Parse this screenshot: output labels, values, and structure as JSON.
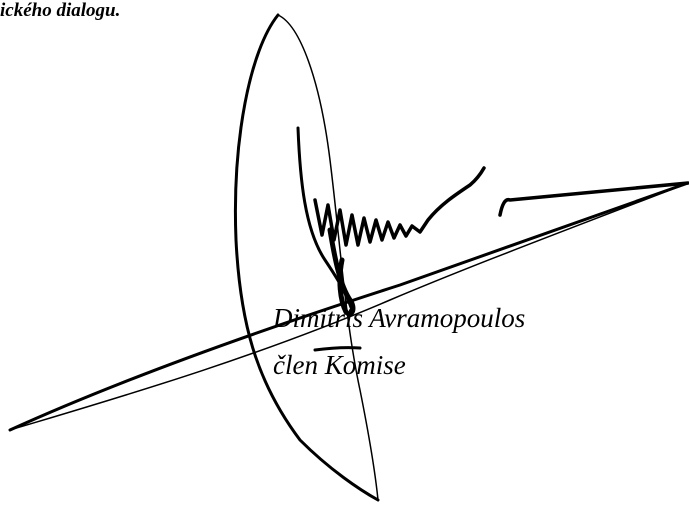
{
  "document": {
    "text_fragment": "ického dialogu.",
    "signer_name": "Dimitris Avramopoulos",
    "signer_role": "člen Komise"
  },
  "colors": {
    "ink": "#000000",
    "background": "#ffffff"
  }
}
